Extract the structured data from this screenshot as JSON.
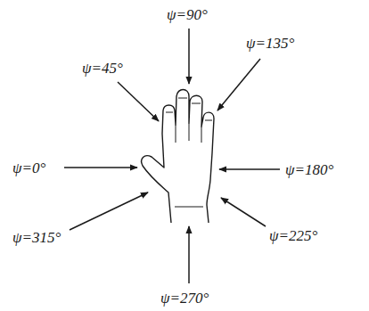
{
  "diagram": {
    "labels": [
      "ψ=90°",
      "ψ=45°",
      "ψ=135°",
      "ψ=0°",
      "ψ=180°",
      "ψ=315°",
      "ψ=225°",
      "ψ=270°"
    ]
  }
}
